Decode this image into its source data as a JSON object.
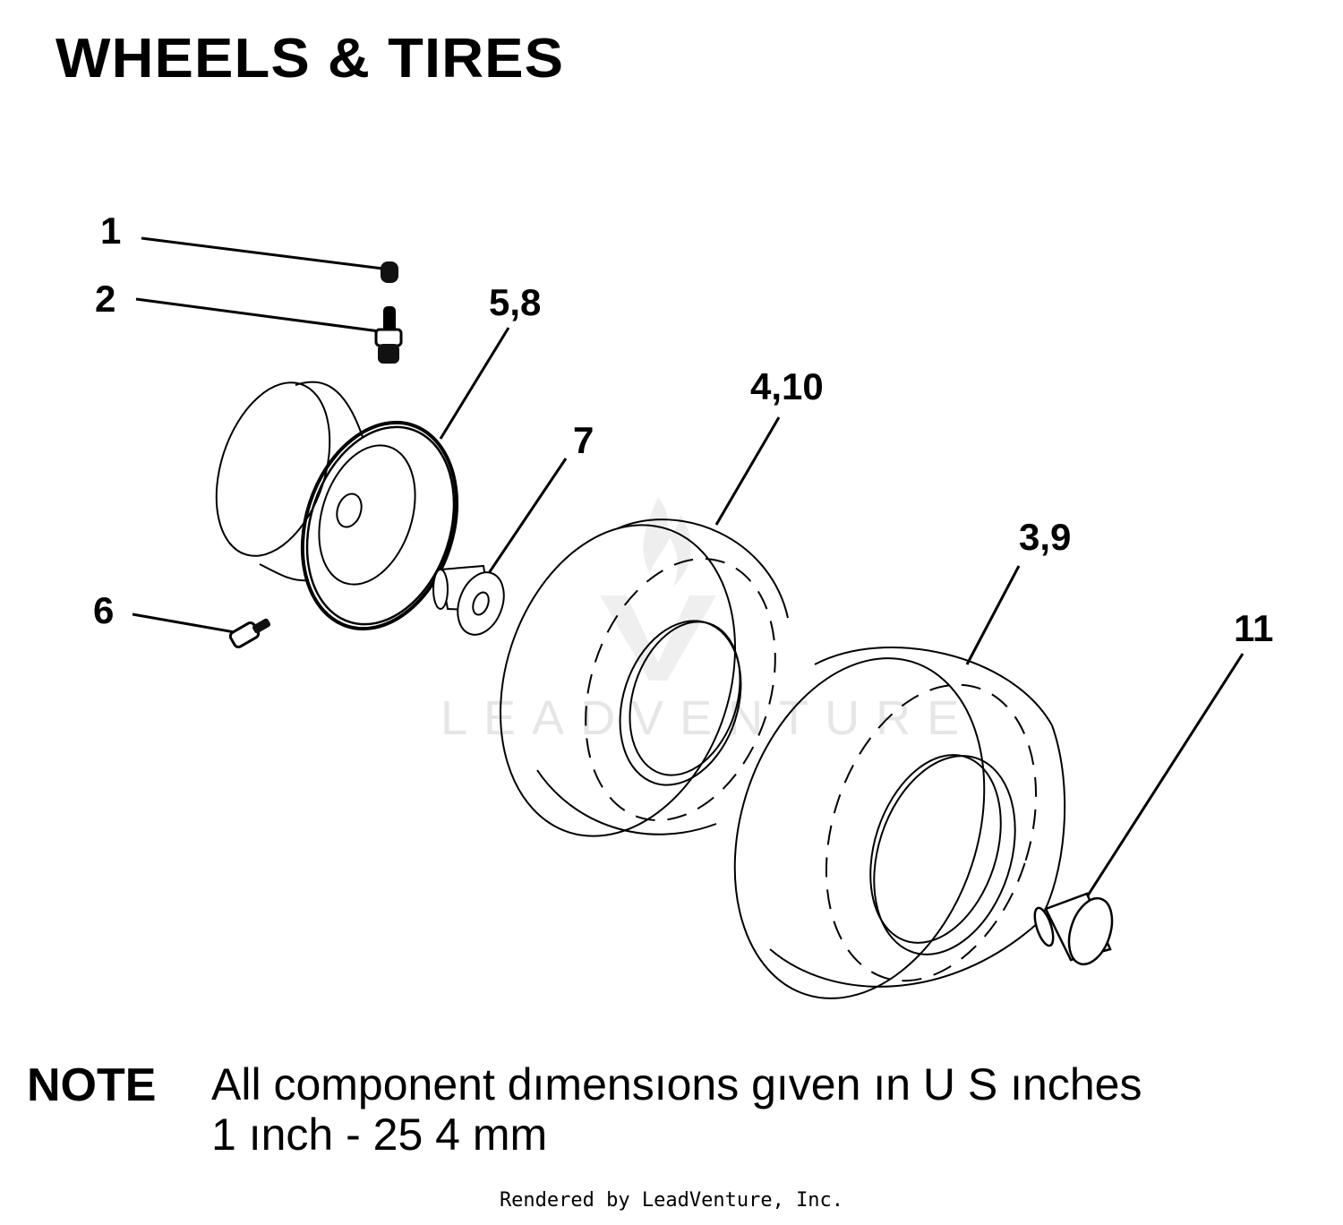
{
  "title": "WHEELS & TIRES",
  "callouts": {
    "c1": "1",
    "c2": "2",
    "c5_8": "5,8",
    "c4_10": "4,10",
    "c7": "7",
    "c3_9": "3,9",
    "c6": "6",
    "c11": "11"
  },
  "note": {
    "label": "NOTE",
    "line1": "All component dımensıons gıven ın U S  ınches",
    "line2": "1 ınch - 25 4 mm"
  },
  "watermark": "LEADVENTURE",
  "footer": "Rendered by LeadVenture, Inc."
}
